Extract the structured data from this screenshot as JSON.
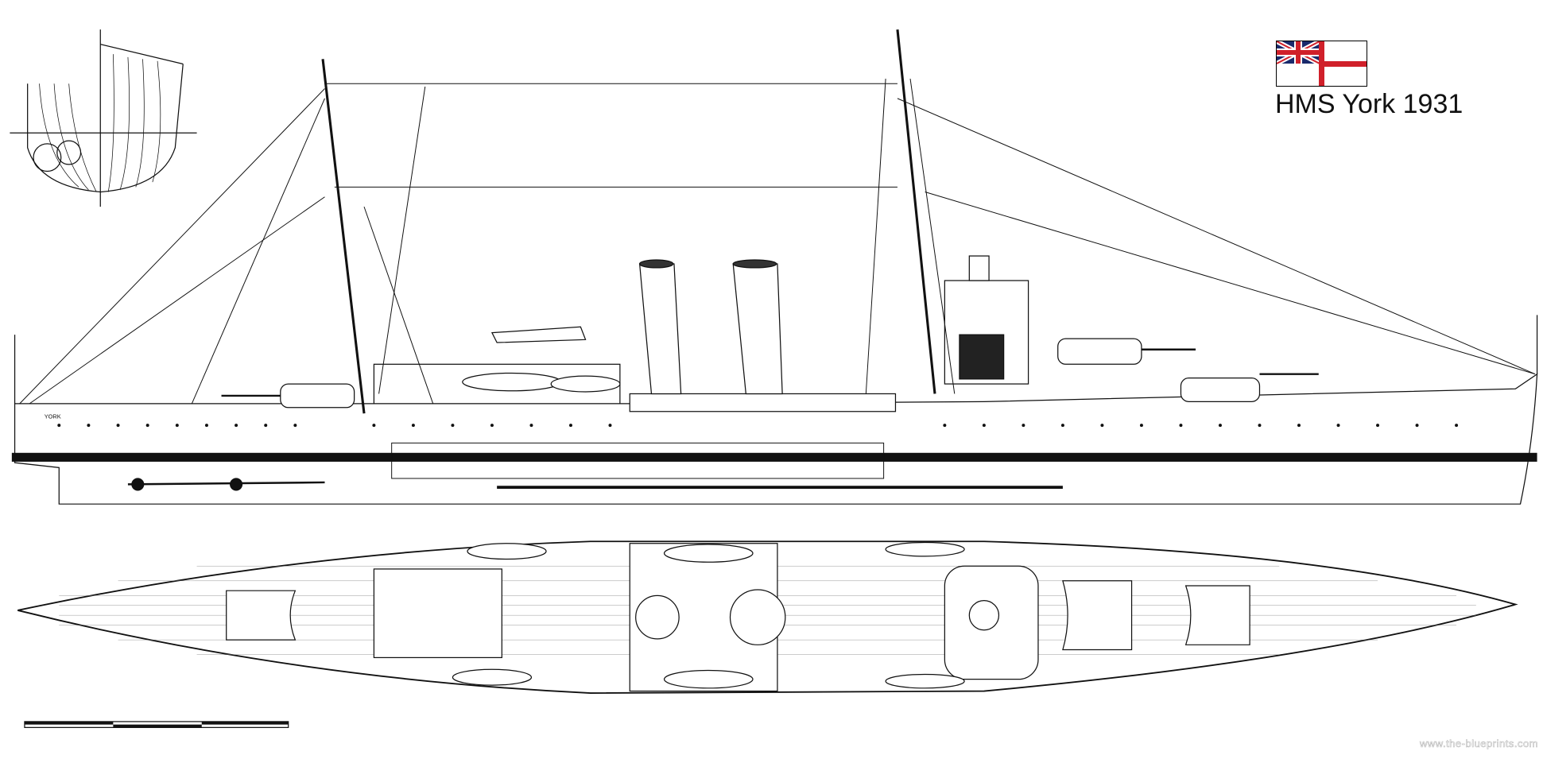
{
  "title": "HMS York 1931",
  "hull_label": "YORK",
  "watermark": "www.the-blueprints.com",
  "colors": {
    "ensign_red": "#d0202a",
    "ensign_blue": "#1a2a6c",
    "ink": "#111111"
  },
  "flag": "white-ensign"
}
